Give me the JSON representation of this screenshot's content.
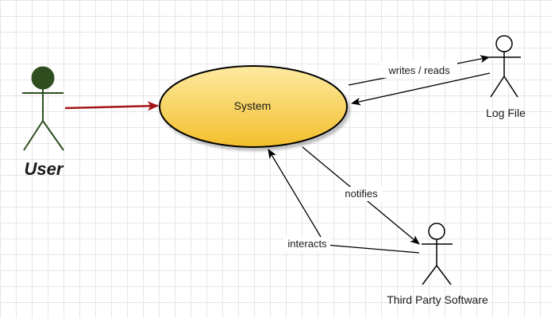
{
  "diagram": {
    "system": {
      "label": "System"
    },
    "actors": {
      "user": {
        "label": "User",
        "color": "#2e4e1f"
      },
      "log_file": {
        "label": "Log File"
      },
      "third_party": {
        "label": "Third Party Software"
      }
    },
    "edges": {
      "user_to_system": {
        "color": "#a31515"
      },
      "writes_reads": {
        "label": "writes / reads"
      },
      "notifies": {
        "label": "notifies"
      },
      "interacts": {
        "label": "interacts"
      }
    },
    "colors": {
      "system_fill_top": "#fdeaa0",
      "system_fill_bottom": "#f3be2c",
      "stroke": "#000000"
    }
  }
}
